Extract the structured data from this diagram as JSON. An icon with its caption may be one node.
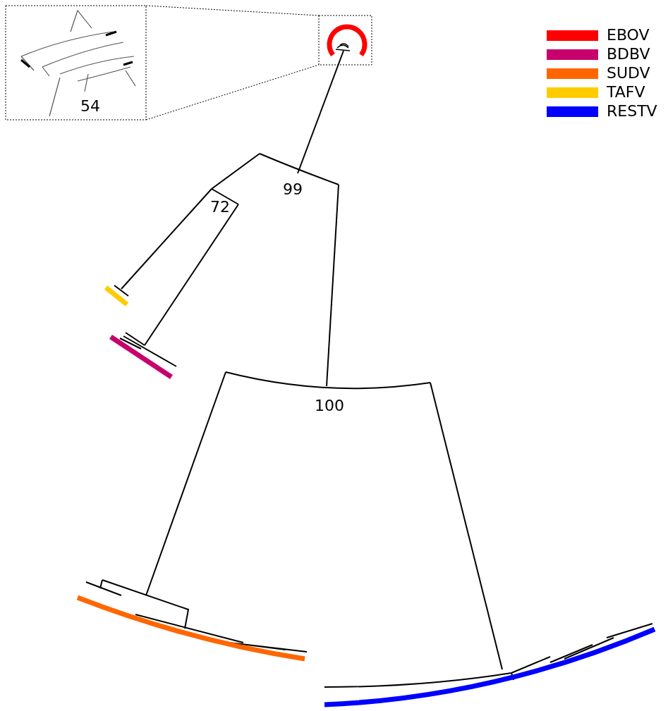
{
  "diagram": {
    "labels": [
      "54",
      "99",
      "72",
      "100"
    ],
    "legend": [
      {
        "text": "EBOV",
        "color": "#ff0000"
      },
      {
        "text": "BDBV",
        "color": "#c8006e"
      },
      {
        "text": "SUDV",
        "color": "#ff6600"
      },
      {
        "text": "TAFV",
        "color": "#ffcc00"
      },
      {
        "text": "RESTV",
        "color": "#0000ff"
      }
    ]
  }
}
